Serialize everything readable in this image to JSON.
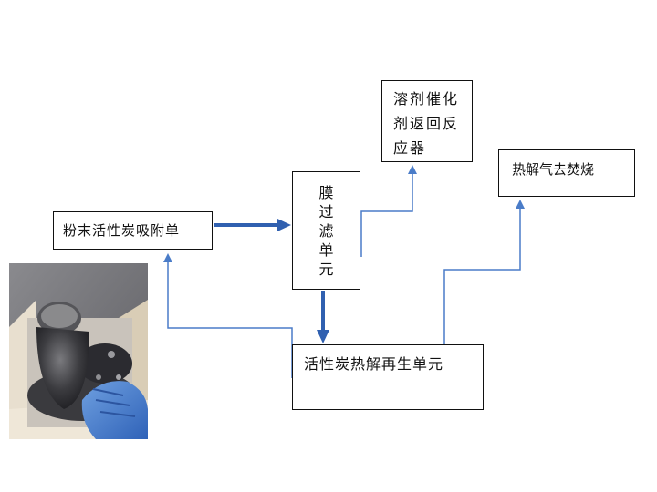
{
  "diagram": {
    "adsorption_unit": "粉末活性炭吸附单",
    "membrane_unit": "膜过滤单元",
    "catalyst_return": "溶剂催化剂返回反应器",
    "gas_incineration": "热解气去焚烧",
    "regeneration_unit": "活性炭热解再生单元"
  },
  "colors": {
    "thick_arrow": "#3060b0",
    "thin_line": "#4a7cc8",
    "box_border": "#111111"
  },
  "photo": {
    "icon": "activated-carbon-photo"
  }
}
